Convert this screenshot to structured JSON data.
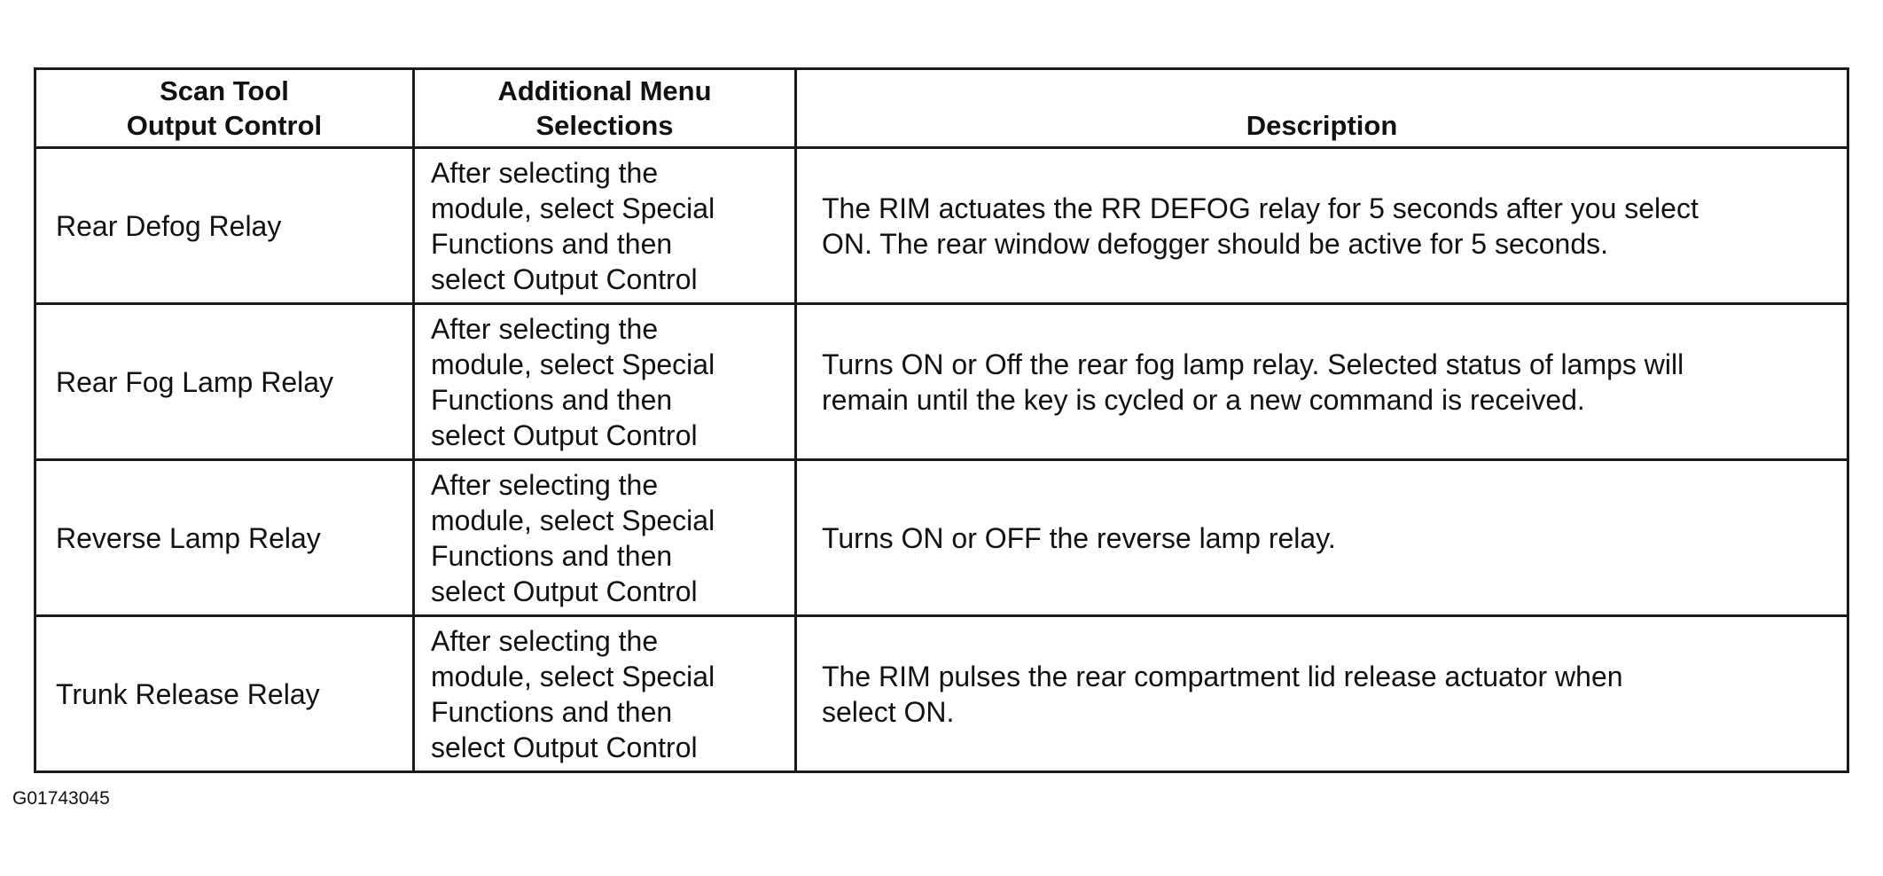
{
  "table": {
    "headers": {
      "output_control": [
        "Scan Tool",
        "Output Control"
      ],
      "menu_selections": [
        "Additional Menu",
        "Selections"
      ],
      "description": "Description"
    },
    "rows": [
      {
        "output_control": "Rear Defog Relay",
        "menu_lines": [
          "After selecting the",
          "module, select Special",
          "Functions and then",
          "select Output Control"
        ],
        "description_lines": [
          "The RIM actuates the RR DEFOG relay for 5 seconds after you select",
          "ON. The rear window defogger should be active for 5 seconds."
        ]
      },
      {
        "output_control": "Rear Fog Lamp Relay",
        "menu_lines": [
          "After selecting the",
          "module, select Special",
          "Functions and then",
          "select Output Control"
        ],
        "description_lines": [
          "Turns ON or Off the rear fog lamp relay. Selected status of lamps will",
          "remain until the key is cycled or a new command is received."
        ]
      },
      {
        "output_control": "Reverse Lamp Relay",
        "menu_lines": [
          "After selecting the",
          "module, select Special",
          "Functions and then",
          "select Output Control"
        ],
        "description_lines": [
          "Turns ON or OFF the reverse lamp relay."
        ]
      },
      {
        "output_control": "Trunk Release Relay",
        "menu_lines": [
          "After selecting the",
          "module, select Special",
          "Functions and then",
          "select Output Control"
        ],
        "description_lines": [
          "The RIM pulses the rear compartment lid release actuator when",
          "select ON."
        ]
      }
    ]
  },
  "figure_id": "G01743045"
}
